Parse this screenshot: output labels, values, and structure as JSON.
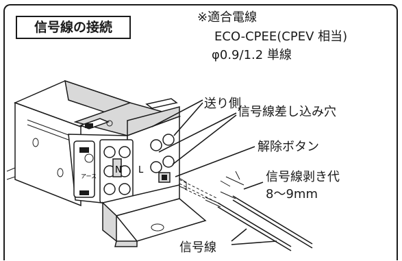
{
  "title": "信号線の接続",
  "wire_spec": {
    "heading": "※適合電線",
    "line1": "ECO-CPEE(CPEV 相当)",
    "line2": "φ0.9/1.2 単線"
  },
  "labels": {
    "send_side": "送り側",
    "insert_hole": "信号線差し込み穴",
    "release_button": "解除ボタン",
    "strip_length_title": "信号線剥き代",
    "strip_length_value": "8～9mm",
    "signal_wire": "信号線"
  },
  "terminal_marks": {
    "n": "N",
    "l": "L",
    "earth": "アース"
  },
  "colors": {
    "line": "#1a1a1a",
    "shade": "#d9d9d9",
    "background": "#ffffff"
  }
}
